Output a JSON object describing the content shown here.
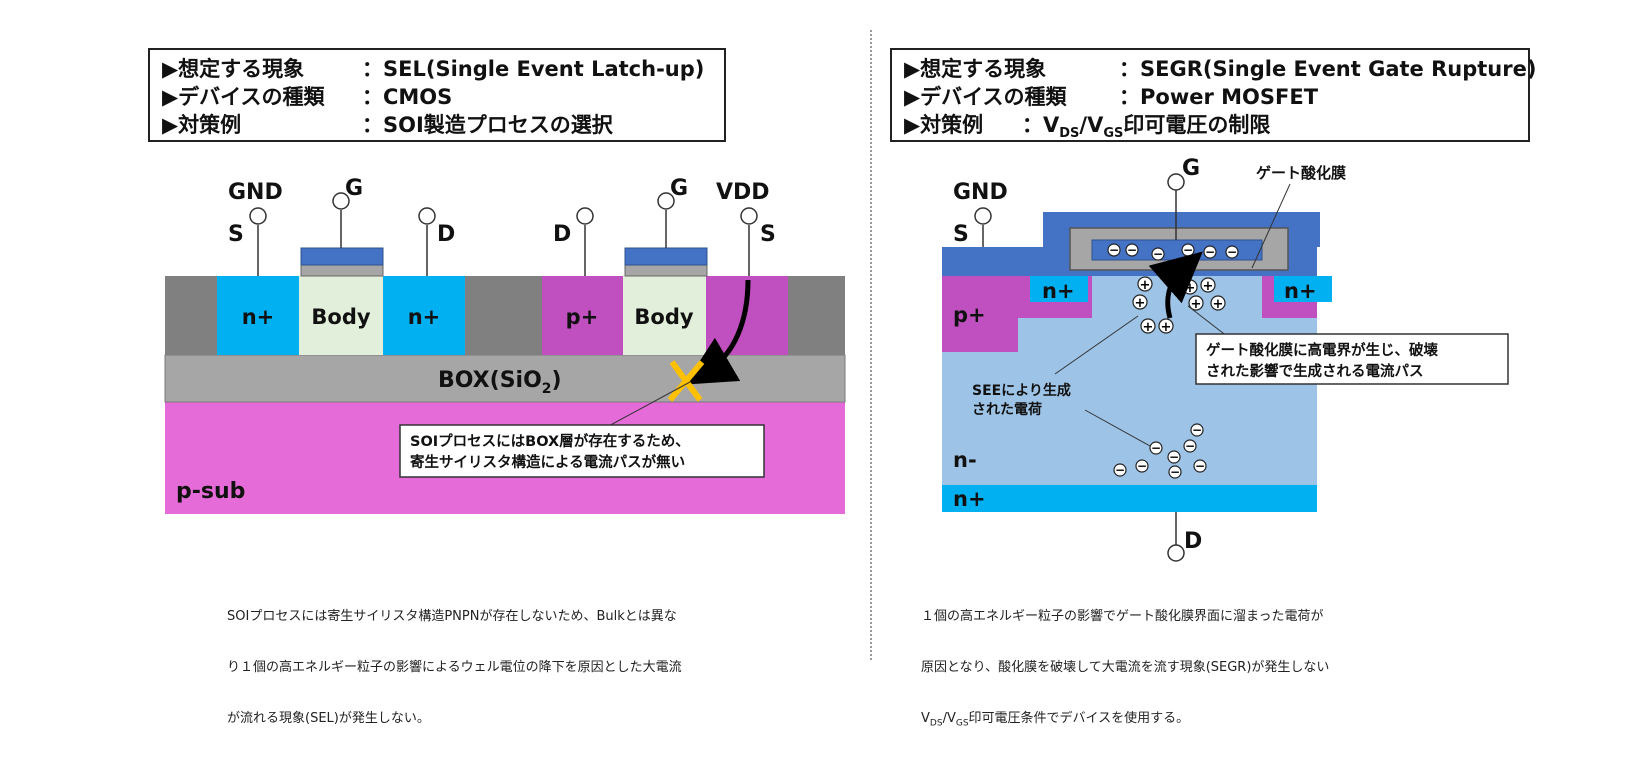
{
  "left_panel": {
    "info": {
      "rows": [
        {
          "key": "▶想定する現象",
          "value": "：SEL(Single Event Latch-up)"
        },
        {
          "key": "▶デバイスの種類",
          "value": "：CMOS"
        },
        {
          "key": "▶対策例",
          "value": "：SOI製造プロセスの選択"
        }
      ]
    },
    "terminals": {
      "gnd": "GND",
      "s1": "S",
      "g1": "G",
      "d1": "D",
      "d2": "D",
      "g2": "G",
      "vdd": "VDD",
      "s2": "S"
    },
    "regions": {
      "n1": "n+",
      "body1": "Body",
      "n2": "n+",
      "p1": "p+",
      "body2": "Body",
      "box_main": "BOX(SiO",
      "box_sub": "2",
      "box_close": ")",
      "psub": "p-sub"
    },
    "callout": {
      "line1": "SOIプロセスにはBOX層が存在するため、",
      "line2": "寄生サイリスタ構造による電流パスが無い"
    },
    "caption": {
      "line1": "SOIプロセスには寄生サイリスタ構造PNPNが存在しないため、Bulkとは異な",
      "line2": "り１個の高エネルギー粒子の影響によるウェル電位の降下を原因とした大電流",
      "line3": "が流れる現象(SEL)が発生しない。"
    }
  },
  "right_panel": {
    "info": {
      "row1_key": "▶想定する現象",
      "row1_value": "：SEGR(Single Event Gate Rupture)",
      "row2_key": "▶デバイスの種類",
      "row2_value": "：Power MOSFET",
      "row3_key": "▶対策例",
      "row3_value_prefix": "：V",
      "row3_sub1": "DS",
      "row3_slash": "/V",
      "row3_sub2": "GS",
      "row3_value_suffix": "印可電圧の制限"
    },
    "terminals": {
      "g": "G",
      "gnd": "GND",
      "s": "S",
      "d": "D"
    },
    "labels": {
      "gate_oxide": "ゲート酸化膜",
      "n_left": "n+",
      "n_right": "n+",
      "p": "p+",
      "n_minus": "n-",
      "n_bottom": "n+"
    },
    "callout": {
      "line1": "ゲート酸化膜に高電界が生じ、破壊",
      "line2": "された影響で生成される電流パス"
    },
    "see": {
      "line1": "SEEにより生成",
      "line2": "された電荷"
    },
    "symbols": {
      "minus": "−",
      "plus": "+"
    },
    "caption": {
      "line1": "１個の高エネルギー粒子の影響でゲート酸化膜界面に溜まった電荷が",
      "line2": "原因となり、酸化膜を破壊して大電流を流す現象(SEGR)が発生しない",
      "line3_prefix": "V",
      "line3_sub1": "DS",
      "line3_slash": "/V",
      "line3_sub2": "GS",
      "line3_suffix": "印可電圧条件でデバイスを使用する。"
    }
  },
  "colors": {
    "n_plus": "#00b0f0",
    "p_plus": "#c04fbf",
    "body": "#e2efda",
    "gray": "#808080",
    "box": "#a6a6a6",
    "psub": "#e56bd8",
    "gate": "#4472c4",
    "n_minus": "#9dc3e6",
    "marker": "#ffc000",
    "arrow": "#000000"
  }
}
